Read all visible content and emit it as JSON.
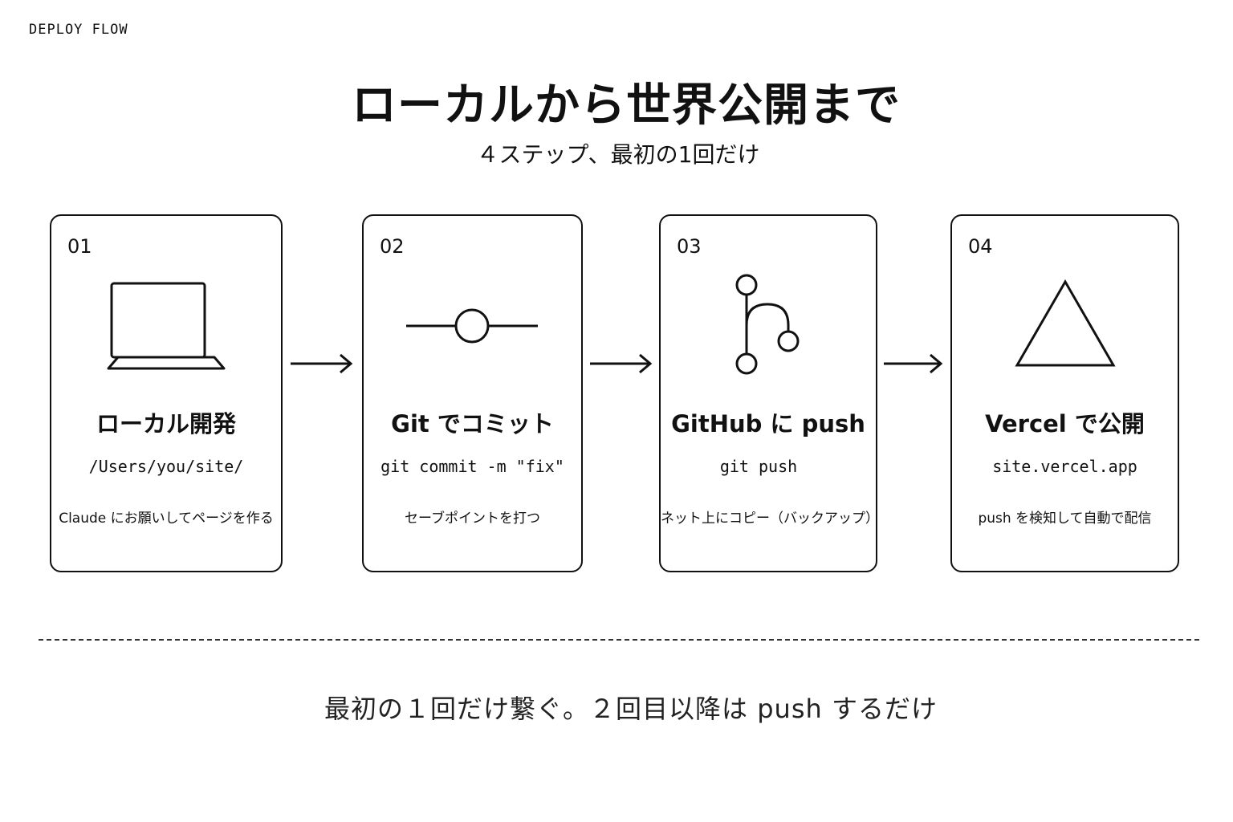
{
  "eyebrow": "DEPLOY FLOW",
  "title": "ローカルから世界公開まで",
  "subtitle": "４ステップ、最初の1回だけ",
  "steps": [
    {
      "num": "01",
      "icon": "laptop-icon",
      "label": "ローカル開発",
      "code": "/Users/you/site/",
      "desc": "Claude にお願いしてページを作る"
    },
    {
      "num": "02",
      "icon": "git-commit-icon",
      "label": "Git でコミット",
      "code": "git commit -m \"fix\"",
      "desc": "セーブポイントを打つ"
    },
    {
      "num": "03",
      "icon": "git-branch-icon",
      "label": "GitHub に push",
      "code": "git push",
      "desc": "ネット上にコピー（バックアップ）"
    },
    {
      "num": "04",
      "icon": "vercel-triangle-icon",
      "label": "Vercel で公開",
      "code": "site.vercel.app",
      "desc": "push を検知して自動で配信"
    }
  ],
  "footer": "最初の１回だけ繋ぐ。２回目以降は push するだけ"
}
